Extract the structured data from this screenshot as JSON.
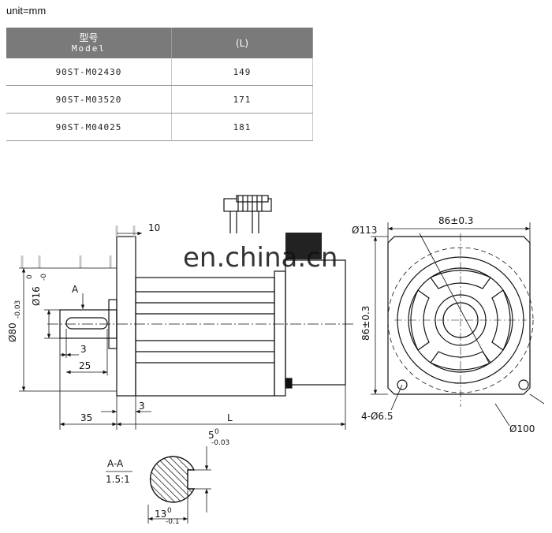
{
  "unit_label": "unit=mm",
  "table": {
    "header_model_cn": "型号",
    "header_model_en": "Model",
    "header_length": "(L)",
    "rows": [
      {
        "model": "90ST-M02430",
        "length": "149"
      },
      {
        "model": "90ST-M03520",
        "length": "171"
      },
      {
        "model": "90ST-M04025",
        "length": "181"
      }
    ]
  },
  "watermark": "en.china.cn",
  "side_view": {
    "dim_top": "10",
    "label_a": "A",
    "dim_diameter_16": "Ø16",
    "tol_16": "0",
    "tol_16_low": "-0",
    "dim_diameter_80": "Ø80",
    "tol_80_low": "-0.03",
    "dim_3a": "3",
    "dim_25": "25",
    "dim_35": "35",
    "dim_3b": "3",
    "dim_l": "L"
  },
  "front_view": {
    "dim_width": "86±0.3",
    "dim_height": "86±0.3",
    "dim_circle": "Ø113",
    "dim_holes": "4-Ø6.5",
    "dim_pilot": "Ø100"
  },
  "section": {
    "title": "A-A",
    "scale": "1.5:1",
    "key_width": "5",
    "key_tol_up": "0",
    "key_tol_low": "-0.03",
    "shaft_depth": "13",
    "shaft_tol_up": "0",
    "shaft_tol_low": "-0.1"
  }
}
